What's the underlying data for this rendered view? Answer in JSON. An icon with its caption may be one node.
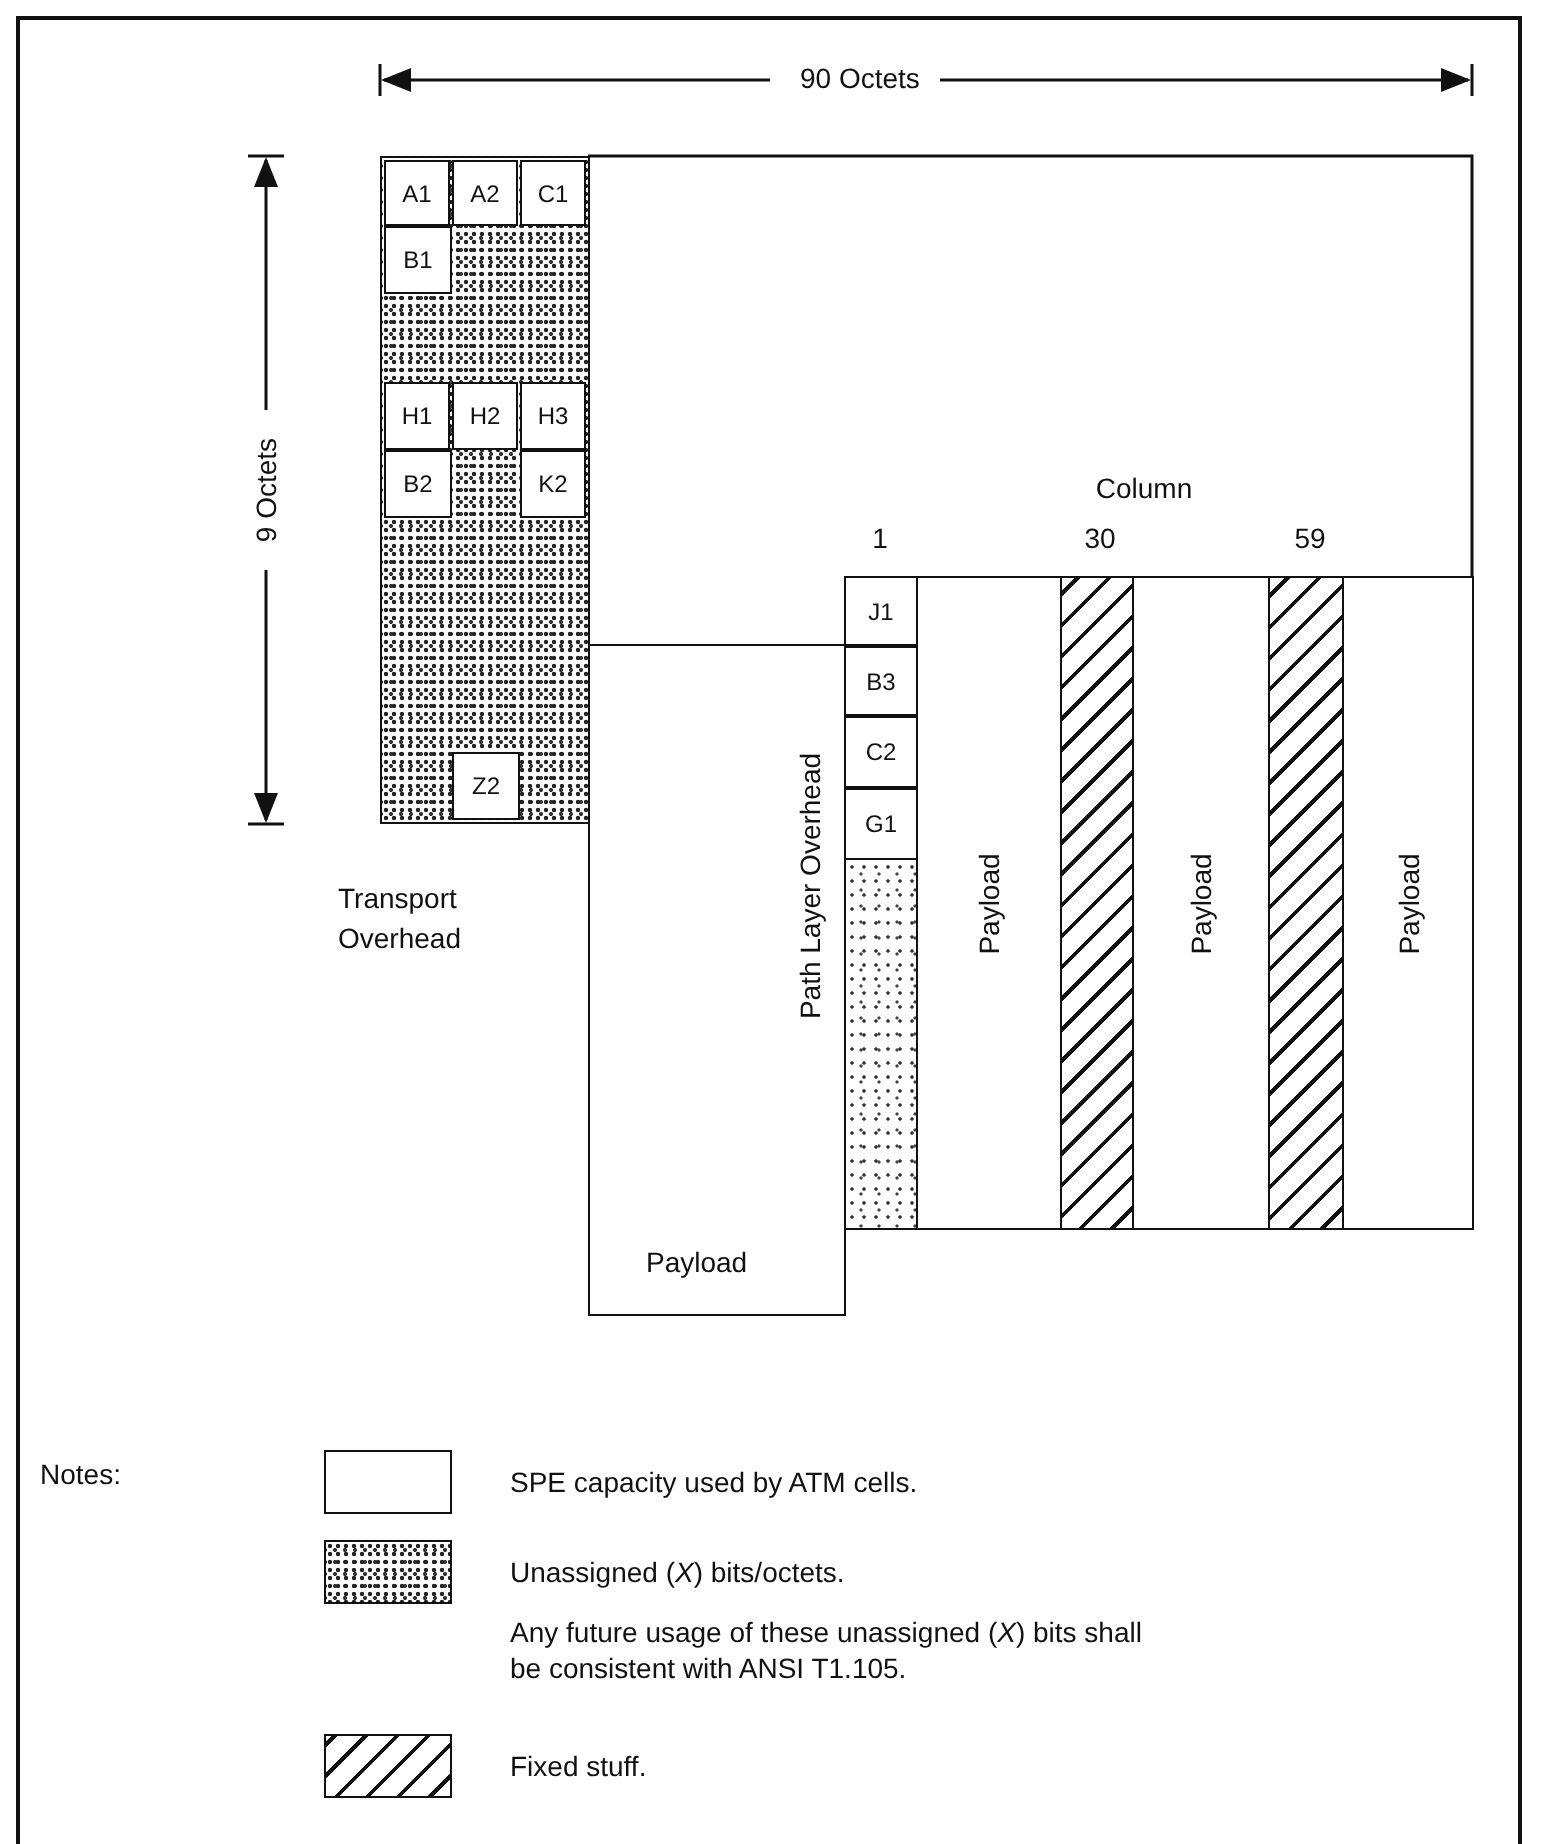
{
  "diagram": {
    "nodes": [
      {
        "text": [
          "Transport Overhead"
        ]
      },
      {
        "text": [
          "A1"
        ],
        "in": 0
      },
      {
        "text": [
          "A2"
        ],
        "in": 0
      },
      {
        "text": [
          "C1"
        ],
        "in": 0
      },
      {
        "text": [
          "B1"
        ],
        "in": 0
      },
      {
        "text": [
          "H1"
        ],
        "in": 0
      },
      {
        "text": [
          "H2"
        ],
        "in": 0
      },
      {
        "text": [
          "H3"
        ],
        "in": 0
      },
      {
        "text": [
          "B2"
        ],
        "in": 0
      },
      {
        "text": [
          "K2"
        ],
        "in": 0
      },
      {
        "text": [
          "Z2"
        ],
        "in": 0
      },
      {
        "text": [
          "Path Layer Overhead",
          "Payload"
        ]
      },
      {
        "text": [
          "J1"
        ]
      },
      {
        "text": [
          "B3"
        ]
      },
      {
        "text": [
          "C2"
        ]
      },
      {
        "text": [
          "G1"
        ]
      },
      {
        "text": [],
        "shape": "box"
      },
      {
        "text": [
          "Payload"
        ]
      },
      {
        "text": [],
        "shape": "bar"
      },
      {
        "text": [
          "Payload"
        ]
      },
      {
        "text": [],
        "shape": "bar"
      },
      {
        "text": [
          "Payload"
        ]
      }
    ],
    "edges": [],
    "labels": [
      "90 Octets",
      "9 Octets",
      "Column",
      "1",
      "30",
      "59",
      "Notes:",
      "Any future usage of these unassigned (*X*) bits shall be consistent with ANSI T1.105."
    ],
    "legend": [
      {
        "text": "SPE capacity used by ATM cells.",
        "color": "#ffffff"
      },
      {
        "text": "Unassigned (*X*) bits/octets."
      },
      {
        "text": "Fixed stuff."
      }
    ]
  }
}
